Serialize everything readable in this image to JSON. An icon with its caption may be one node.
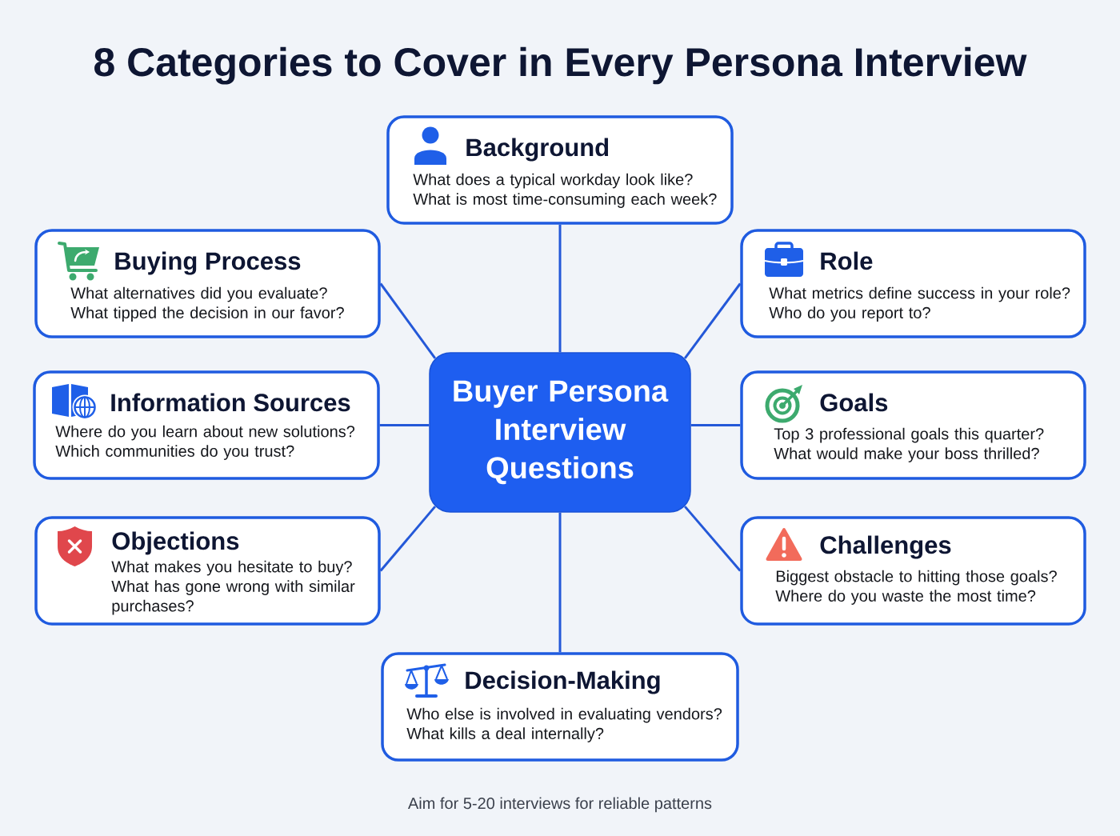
{
  "diagram": {
    "title": "8 Categories to Cover in Every Persona Interview",
    "nodes": [
      {
        "text": [
          "Buyer Persona Interview Questions"
        ]
      },
      {
        "text": [
          "Background",
          "What does a typical workday look like? What is most time-consuming each week?"
        ]
      },
      {
        "text": [
          "Buying Process",
          "What alternatives did you evaluate? What tipped the decision in our favor?"
        ]
      },
      {
        "text": [
          "Role",
          "What metrics define success in your role? Who do you report to?"
        ]
      },
      {
        "text": [
          "Information Sources",
          "Where do you learn about new solutions? Which communities do you trust?"
        ]
      },
      {
        "text": [
          "Goals",
          "Top 3 professional goals this quarter? What would make your boss thrilled?"
        ]
      },
      {
        "text": [
          "Objections",
          "What makes you hesitate to buy? What has gone wrong with similar purchases?"
        ]
      },
      {
        "text": [
          "Challenges",
          "Biggest obstacle to hitting those goals? Where do you waste the most time?"
        ]
      },
      {
        "text": [
          "Decision-Making",
          "Who else is involved in evaluating vendors? What kills a deal internally?"
        ]
      }
    ],
    "edges": [
      {
        "from": 0,
        "to": 1,
        "arrow": "none"
      },
      {
        "from": 0,
        "to": 2,
        "arrow": "none"
      },
      {
        "from": 0,
        "to": 3,
        "arrow": "none"
      },
      {
        "from": 0,
        "to": 4,
        "arrow": "none"
      },
      {
        "from": 0,
        "to": 5,
        "arrow": "none"
      },
      {
        "from": 0,
        "to": 6,
        "arrow": "none"
      },
      {
        "from": 0,
        "to": 7,
        "arrow": "none"
      },
      {
        "from": 0,
        "to": 8,
        "arrow": "none"
      }
    ],
    "caption": "Aim for 5-20 interviews for reliable patterns"
  }
}
